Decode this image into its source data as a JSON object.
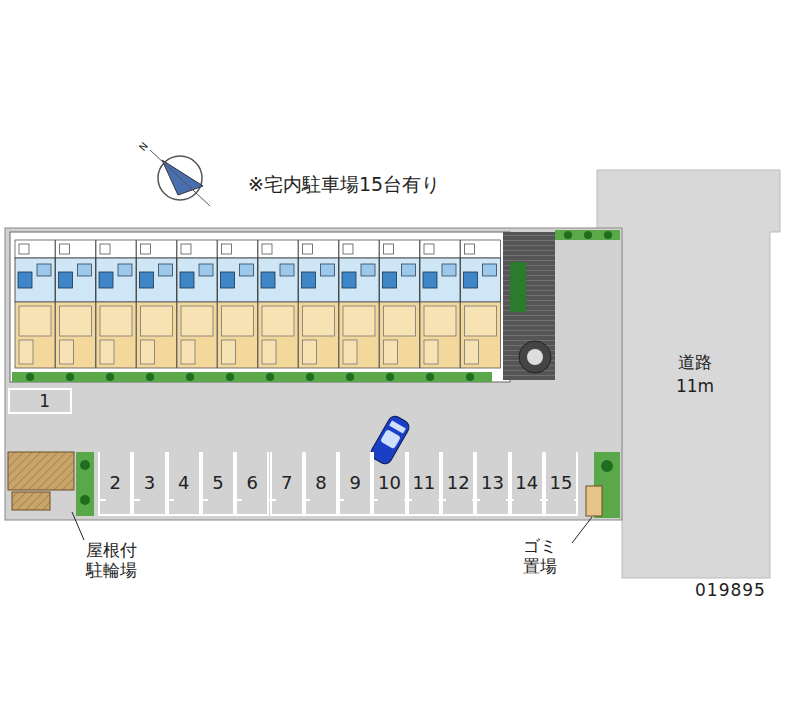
{
  "diagram": {
    "title": "※宅内駐車場15台有り",
    "nodes": [
      {
        "text": [
          "1"
        ]
      },
      {
        "text": [
          "2"
        ]
      },
      {
        "text": [
          "3"
        ]
      },
      {
        "text": [
          "4"
        ]
      },
      {
        "text": [
          "5"
        ]
      },
      {
        "text": [
          "6"
        ]
      },
      {
        "text": [
          "7"
        ]
      },
      {
        "text": [
          "8"
        ]
      },
      {
        "text": [
          "9"
        ]
      },
      {
        "text": [
          "10"
        ]
      },
      {
        "text": [
          "11"
        ]
      },
      {
        "text": [
          "12"
        ]
      },
      {
        "text": [
          "13"
        ]
      },
      {
        "text": [
          "14"
        ]
      },
      {
        "text": [
          "15"
        ]
      },
      {
        "text": [
          "道路 11m"
        ]
      }
    ],
    "labels": [
      "屋根付 駐輪場",
      "ゴミ 置場",
      "019895",
      "N"
    ]
  }
}
